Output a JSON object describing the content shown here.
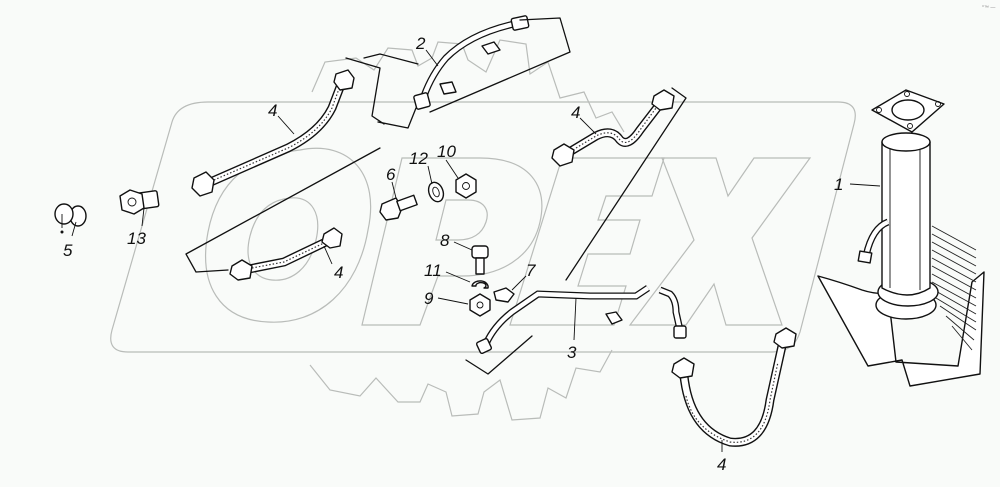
{
  "diagram": {
    "type": "exploded-parts-view",
    "subject": "hydraulic line set with pump assembly",
    "watermark": "OPEX",
    "corner_mark": "°™ —",
    "callouts": [
      {
        "id": "callout-1",
        "label": "1",
        "part": "pump-cylinder-assembly"
      },
      {
        "id": "callout-2",
        "label": "2",
        "part": "metal-tube-upper"
      },
      {
        "id": "callout-3",
        "label": "3",
        "part": "metal-tube-lower"
      },
      {
        "id": "callout-4a",
        "label": "4",
        "part": "braided-hose-upper-left"
      },
      {
        "id": "callout-4b",
        "label": "4",
        "part": "braided-hose-upper-right"
      },
      {
        "id": "callout-4c",
        "label": "4",
        "part": "braided-hose-lower-left"
      },
      {
        "id": "callout-4d",
        "label": "4",
        "part": "braided-hose-u-shaped"
      },
      {
        "id": "callout-5",
        "label": "5",
        "part": "plug-cap"
      },
      {
        "id": "callout-6",
        "label": "6",
        "part": "fitting-nipple"
      },
      {
        "id": "callout-7",
        "label": "7",
        "part": "clamp"
      },
      {
        "id": "callout-8",
        "label": "8",
        "part": "bolt"
      },
      {
        "id": "callout-9",
        "label": "9",
        "part": "nut"
      },
      {
        "id": "callout-10",
        "label": "10",
        "part": "nut"
      },
      {
        "id": "callout-11",
        "label": "11",
        "part": "spring-washer"
      },
      {
        "id": "callout-12",
        "label": "12",
        "part": "washer"
      },
      {
        "id": "callout-13",
        "label": "13",
        "part": "union-fitting"
      }
    ]
  }
}
